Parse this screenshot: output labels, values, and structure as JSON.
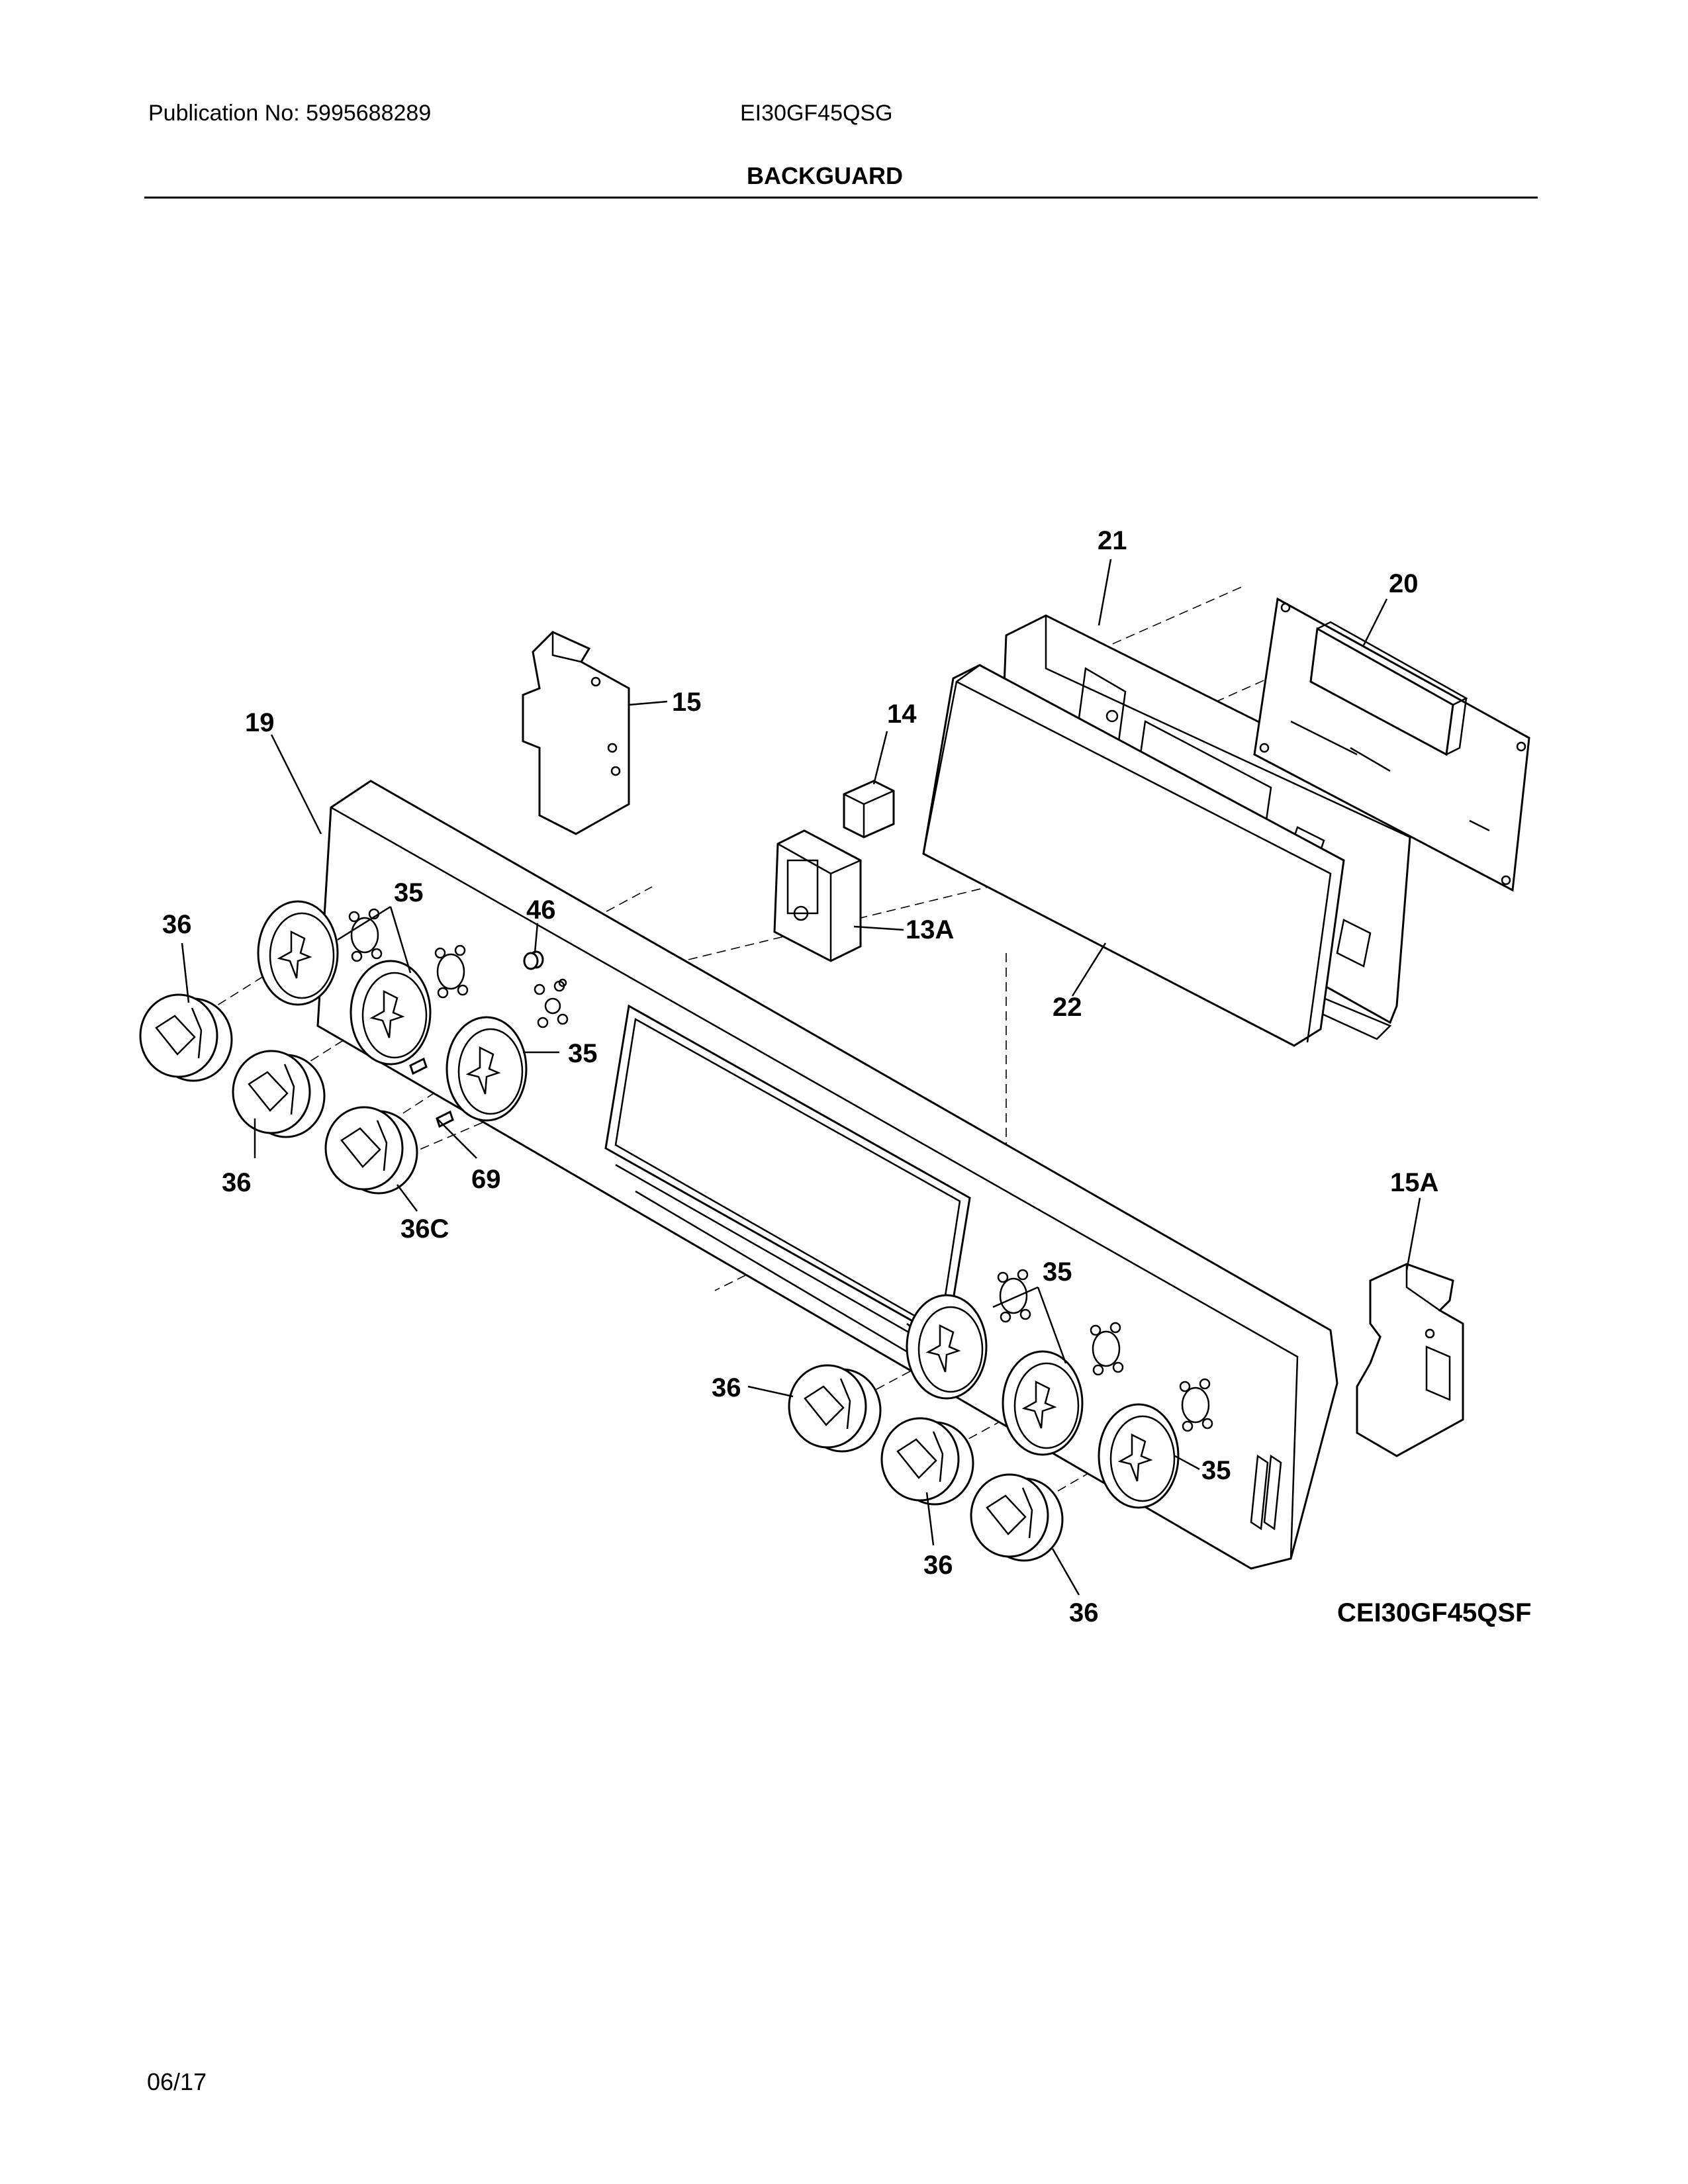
{
  "header": {
    "publication": "Publication No: 5995688289",
    "model": "EI30GF45QSG",
    "section_title": "BACKGUARD"
  },
  "footer": {
    "date": "06/17",
    "diagram_code": "CEI30GF45QSF"
  },
  "part_labels": {
    "p13A": "13A",
    "p14": "14",
    "p15": "15",
    "p15A": "15A",
    "p19": "19",
    "p20": "20",
    "p21": "21",
    "p22": "22",
    "p35": "35",
    "p36": "36",
    "p36C": "36C",
    "p46": "46",
    "p69": "69"
  }
}
